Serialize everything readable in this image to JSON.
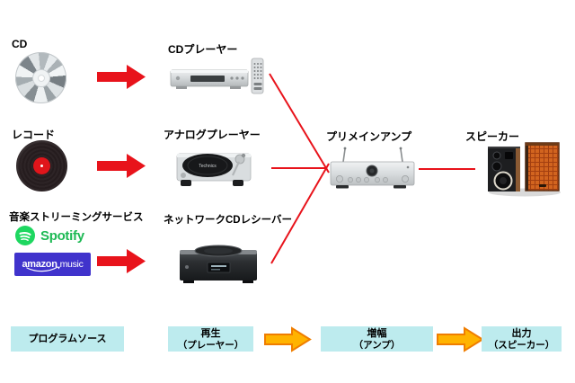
{
  "sources": {
    "cd": {
      "label": "CD"
    },
    "record": {
      "label": "レコード"
    },
    "streaming": {
      "label": "音楽ストリーミングサービス",
      "spotify_text": "Spotify",
      "amazon_text_bold": "amazon",
      "amazon_text_regular": "music"
    }
  },
  "players": {
    "cd_player": {
      "label": "CDプレーヤー"
    },
    "analog_player": {
      "label": "アナログプレーヤー",
      "platter_text": "Technics"
    },
    "network_receiver": {
      "label": "ネットワークCDレシーバー"
    }
  },
  "amplifier": {
    "label": "プリメインアンプ"
  },
  "speakers": {
    "label": "スピーカー"
  },
  "flow_steps": [
    {
      "line1": "プログラムソース",
      "line2": ""
    },
    {
      "line1": "再生",
      "line2": "（プレーヤー）"
    },
    {
      "line1": "増幅",
      "line2": "（アンプ）"
    },
    {
      "line1": "出力",
      "line2": "（スピーカー）"
    }
  ],
  "colors": {
    "connector_red": "#e8131b",
    "flow_box_cyan": "#bdebee",
    "flow_arrow_fill": "#ffb300",
    "flow_arrow_border": "#ef7d00",
    "spotify_green": "#1ed760",
    "amazon_blue": "#4033cc"
  }
}
